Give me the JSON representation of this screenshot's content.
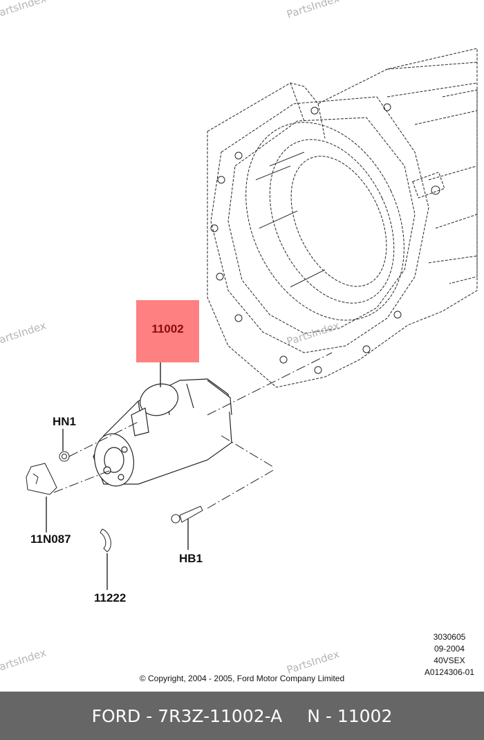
{
  "watermark": {
    "text": "PartsIndex"
  },
  "diagram": {
    "callouts": {
      "highlighted": "11002",
      "hn1": "HN1",
      "n11n087": "11N087",
      "n11222": "11222",
      "hb1": "HB1"
    },
    "highlight_color": "#ff8080",
    "highlight_text_color": "#8b0a0a"
  },
  "meta": {
    "lines": [
      "3030605",
      "09-2004",
      "40VSEX",
      "A0124306-01"
    ]
  },
  "copyright": "© Copyright, 2004 - 2005, Ford Motor Company Limited",
  "footer": {
    "part_number": "FORD - 7R3Z-11002-A",
    "reference": "N - 11002",
    "background": "#666666"
  }
}
